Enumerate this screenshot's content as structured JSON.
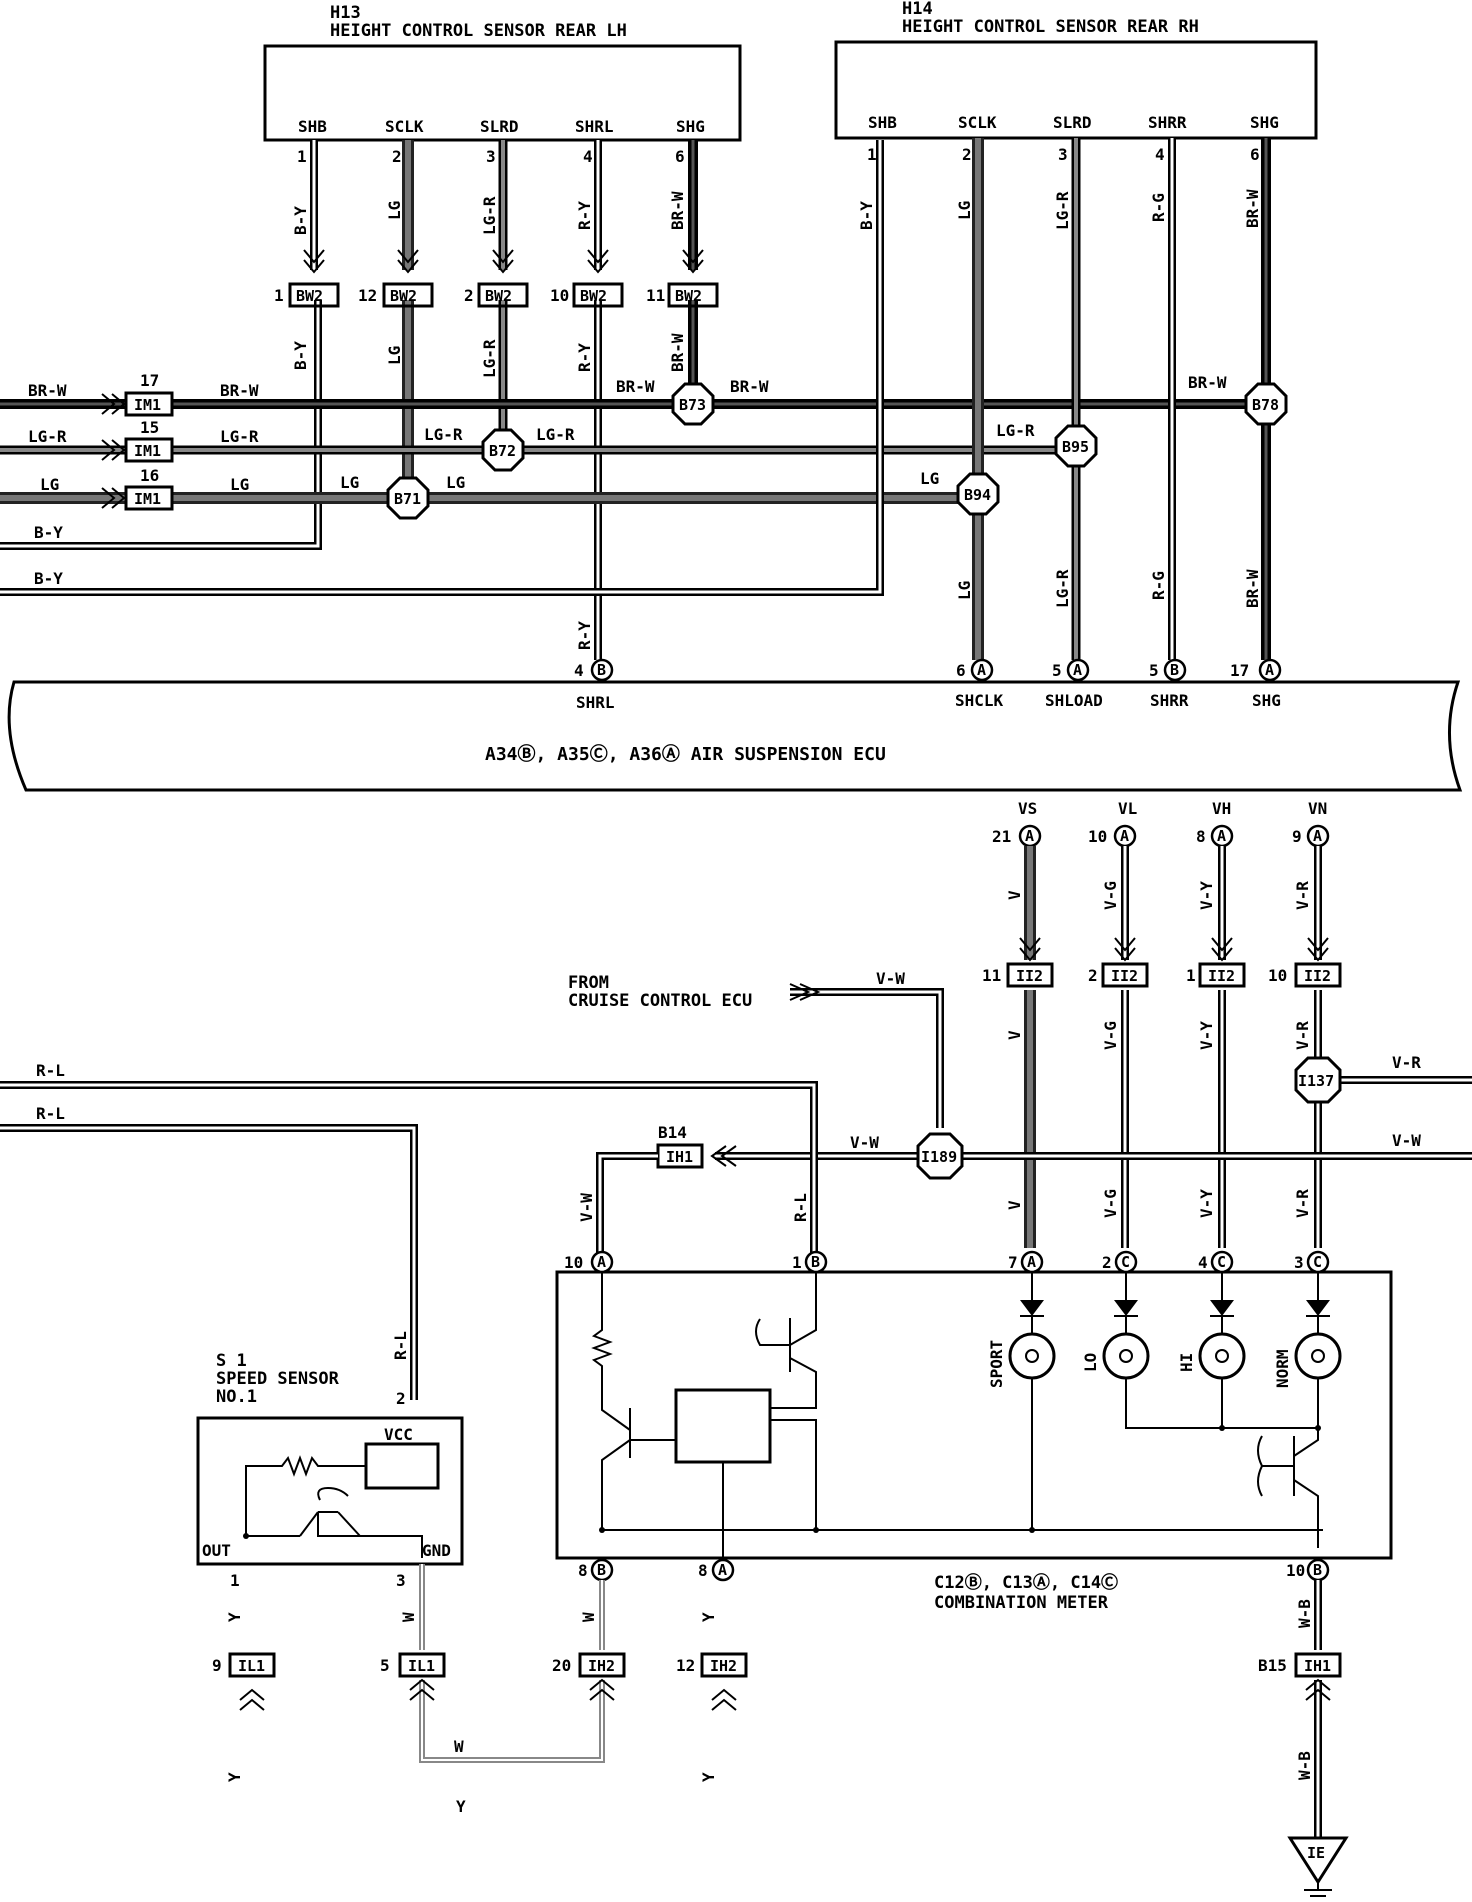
{
  "components": {
    "h13": {
      "ref": "H13",
      "name": "HEIGHT CONTROL SENSOR REAR LH",
      "pins": [
        "SHB",
        "SCLK",
        "SLRD",
        "SHRL",
        "SHG"
      ],
      "pin_numbers": [
        "1",
        "2",
        "3",
        "4",
        "6"
      ]
    },
    "h14": {
      "ref": "H14",
      "name": "HEIGHT CONTROL SENSOR REAR RH",
      "pins": [
        "SHB",
        "SCLK",
        "SLRD",
        "SHRR",
        "SHG"
      ],
      "pin_numbers": [
        "1",
        "2",
        "3",
        "4",
        "6"
      ]
    },
    "ecu": {
      "label": "A34Ⓑ, A35Ⓒ, A36Ⓐ AIR SUSPENSION ECU",
      "top_pins": [
        "SHRL",
        "SHCLK",
        "SHLOAD",
        "SHRR",
        "SHG"
      ],
      "top_pin_numbers": [
        "4",
        "6",
        "5",
        "5",
        "17"
      ],
      "top_pin_letters": [
        "B",
        "A",
        "A",
        "B",
        "A"
      ],
      "bottom_pins": [
        "VS",
        "VL",
        "VH",
        "VN"
      ],
      "bottom_pin_numbers": [
        "21",
        "10",
        "8",
        "9"
      ],
      "bottom_pin_letters": [
        "A",
        "A",
        "A",
        "A"
      ]
    },
    "meter": {
      "label1": "C12Ⓑ, C13Ⓐ, C14Ⓒ",
      "label2": "COMBINATION METER",
      "top_pin_numbers": [
        "10",
        "1",
        "7",
        "2",
        "4",
        "3"
      ],
      "top_pin_letters": [
        "A",
        "B",
        "A",
        "C",
        "C",
        "C"
      ],
      "bottom_pin_numbers": [
        "8",
        "8",
        "10"
      ],
      "bottom_pin_letters": [
        "B",
        "A",
        "B"
      ],
      "lamps": [
        "SPORT",
        "LO",
        "HI",
        "NORM"
      ]
    },
    "speed_sensor": {
      "ref": "S 1",
      "name1": "SPEED SENSOR",
      "name2": "NO.1",
      "pins": [
        "VCC",
        "OUT",
        "GND"
      ],
      "pin_numbers": [
        "2",
        "1",
        "3"
      ]
    },
    "cruise": {
      "line1": "FROM",
      "line2": "CRUISE CONTROL ECU"
    }
  },
  "connectors": {
    "bw2": "BW2",
    "im1": "IM1",
    "ii2": "II2",
    "ih1": "IH1",
    "il1": "IL1",
    "ih2": "IH2",
    "bw2_pins": [
      "1",
      "12",
      "2",
      "10",
      "11"
    ],
    "im1_pins": [
      "17",
      "15",
      "16"
    ],
    "ii2_pins": [
      "11",
      "2",
      "1",
      "10"
    ],
    "ih1_b14": "B14",
    "ih1_b15": "B15",
    "bottom_pins": [
      "9",
      "5",
      "20",
      "12"
    ]
  },
  "splices": [
    "B71",
    "B72",
    "B73",
    "B78",
    "B94",
    "B95",
    "I189",
    "I137"
  ],
  "ground": "IE",
  "wires": [
    "B-Y",
    "LG",
    "LG-R",
    "R-Y",
    "BR-W",
    "R-G",
    "V",
    "V-G",
    "V-Y",
    "V-R",
    "V-W",
    "R-L",
    "W",
    "Y",
    "W-B"
  ]
}
